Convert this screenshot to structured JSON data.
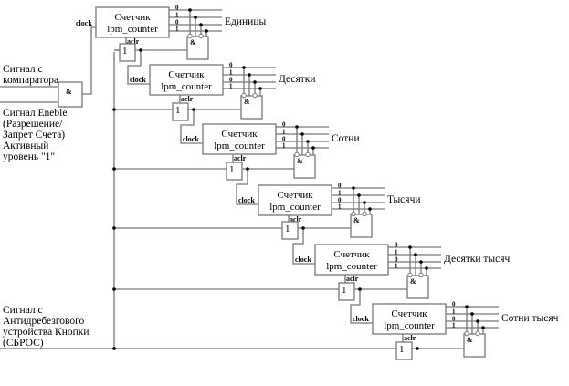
{
  "diagram": {
    "inputs": {
      "comparator": [
        "Сигнал с",
        "компаратора"
      ],
      "enable": [
        "Сигнал Eneble",
        "(Разрешение/",
        "Запрет Счета)",
        "Активный",
        "уровень \"1\""
      ],
      "reset": [
        "Сигнал с",
        "Антидребезгового",
        "устройства Кнопки",
        "(СБРОС)"
      ]
    },
    "input_gate_label": "&",
    "counter": {
      "title": "Счетчик",
      "type": "lpm_counter",
      "clock_pin": "clock",
      "aclr_pin": "aclr",
      "bit_labels": [
        "0",
        "1",
        "0",
        "1"
      ]
    },
    "or_gate_label": "1",
    "and_gate_label": "&",
    "stages": [
      {
        "output_label": "Единицы"
      },
      {
        "output_label": "Десятки"
      },
      {
        "output_label": "Сотни"
      },
      {
        "output_label": "Тысячи"
      },
      {
        "output_label": "Десятки тысяч"
      },
      {
        "output_label": "Сотни тысяч"
      }
    ]
  }
}
